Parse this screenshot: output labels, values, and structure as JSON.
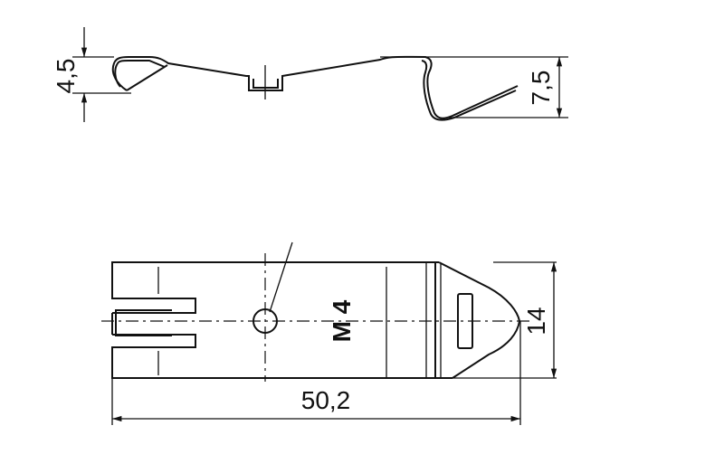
{
  "dimensions": {
    "height_left": "4,5",
    "height_right": "7,5",
    "width": "14",
    "length": "50,2"
  },
  "labels": {
    "thread": "M 4"
  },
  "colors": {
    "line": "#111111",
    "background": "#ffffff"
  }
}
